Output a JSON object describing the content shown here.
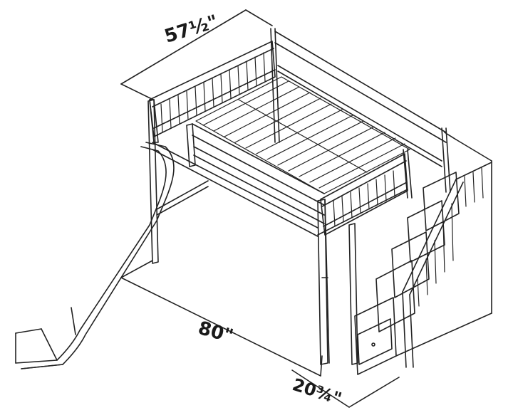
{
  "dimensions": {
    "width": "57½\"",
    "length": "80\"",
    "depth": "20¾\""
  },
  "colors": {
    "line": "#222222",
    "background": "#ffffff"
  }
}
